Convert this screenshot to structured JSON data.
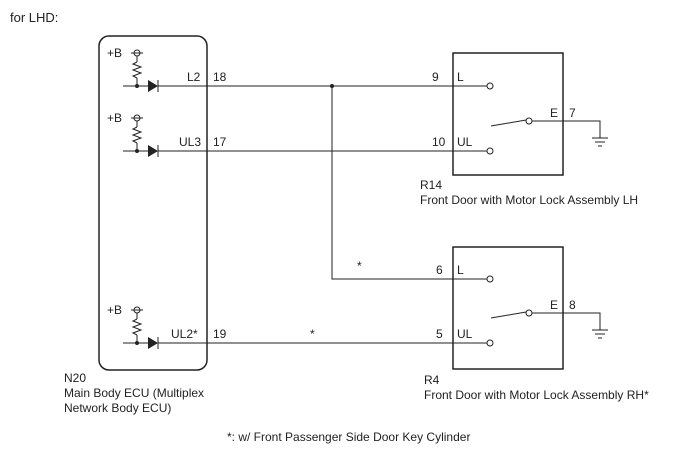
{
  "header": {
    "title": "for LHD:"
  },
  "ecu": {
    "code": "N20",
    "name_line1": "Main Body ECU (Multiplex",
    "name_line2": "Network Body ECU)",
    "supply_label": "+B",
    "pins": [
      {
        "signal": "L2",
        "pin": "18"
      },
      {
        "signal": "UL3",
        "pin": "17"
      },
      {
        "signal": "UL2*",
        "pin": "19"
      }
    ]
  },
  "lh_assembly": {
    "code": "R14",
    "name": "Front Door with Motor Lock Assembly LH",
    "terminals": [
      {
        "pin": "9",
        "label": "L"
      },
      {
        "pin": "10",
        "label": "UL"
      },
      {
        "pin": "7",
        "label": "E"
      }
    ]
  },
  "rh_assembly": {
    "code": "R4",
    "name": "Front Door with Motor Lock Assembly RH*",
    "terminals": [
      {
        "pin": "6",
        "label": "L"
      },
      {
        "pin": "5",
        "label": "UL"
      },
      {
        "pin": "8",
        "label": "E"
      }
    ]
  },
  "wire_marks": {
    "star_upper": "*",
    "star_lower": "*"
  },
  "footnote": "*: w/ Front Passenger Side Door Key Cylinder"
}
